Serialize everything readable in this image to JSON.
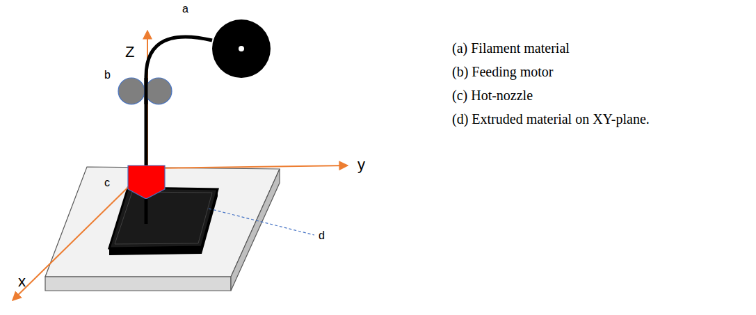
{
  "diagram": {
    "labels": [
      "a",
      "b",
      "c",
      "d",
      "Z",
      "y",
      "x",
      "(a) Filament material",
      "(b) Feeding motor",
      "(c) Hot-nozzle",
      "(d) Extruded material on XY-plane."
    ]
  }
}
